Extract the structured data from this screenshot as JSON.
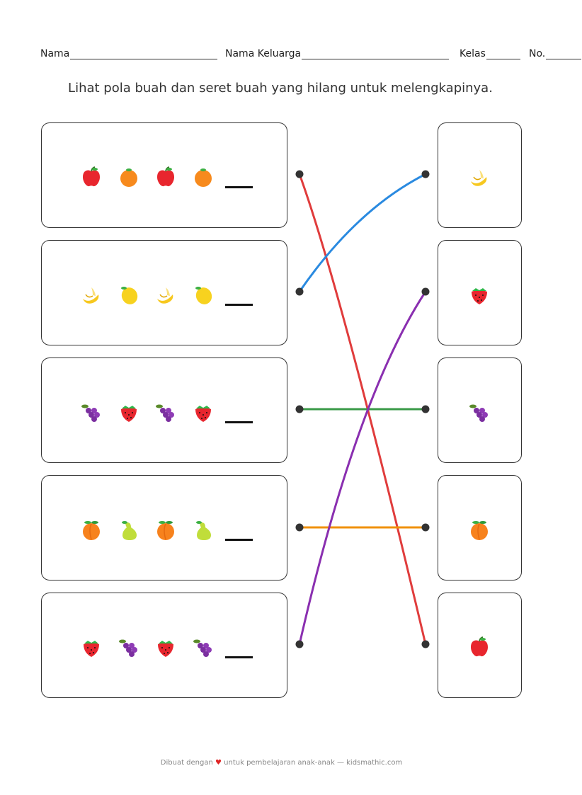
{
  "header": {
    "name_label": "Nama",
    "family_label": "Nama Keluarga",
    "class_label": "Kelas",
    "number_label": "No."
  },
  "instruction": "Lihat pola buah dan seret buah yang hilang untuk melengkapinya.",
  "patterns": [
    {
      "fruits": [
        "apple",
        "orange",
        "apple",
        "orange"
      ]
    },
    {
      "fruits": [
        "banana",
        "lemon",
        "banana",
        "lemon"
      ]
    },
    {
      "fruits": [
        "grapes",
        "strawberry",
        "grapes",
        "strawberry"
      ]
    },
    {
      "fruits": [
        "peach",
        "pear",
        "peach",
        "pear"
      ]
    },
    {
      "fruits": [
        "strawberry",
        "grapes",
        "strawberry",
        "grapes"
      ]
    }
  ],
  "answers": [
    "banana",
    "strawberry",
    "grapes",
    "peach",
    "apple"
  ],
  "connections": [
    {
      "from": 0,
      "to": 4,
      "color": "#e03c3c"
    },
    {
      "from": 1,
      "to": 0,
      "color": "#2a8ae0"
    },
    {
      "from": 2,
      "to": 2,
      "color": "#3a9a48"
    },
    {
      "from": 3,
      "to": 3,
      "color": "#f0900a"
    },
    {
      "from": 4,
      "to": 1,
      "color": "#8a2fb0"
    }
  ],
  "footer": {
    "prefix": "Dibuat dengan",
    "heart_icon": "heart-icon",
    "suffix": "untuk pembelajaran anak-anak — kidsmathic.com"
  }
}
